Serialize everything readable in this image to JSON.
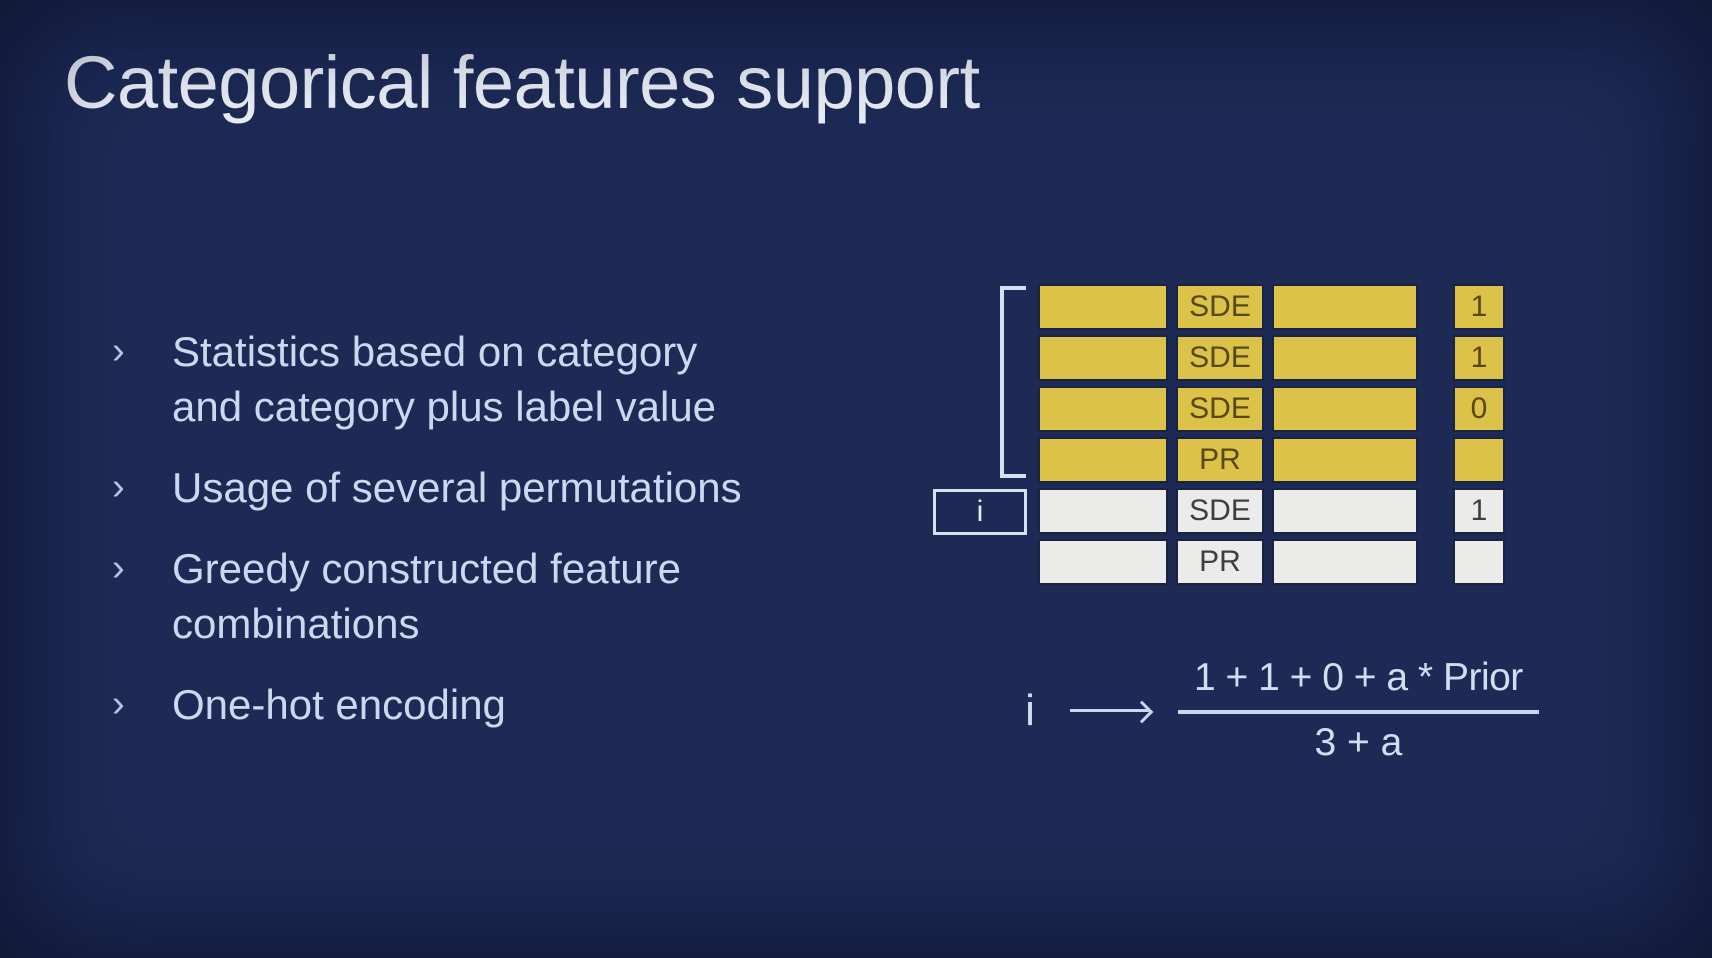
{
  "slide": {
    "title": "Categorical features support",
    "bullet_marker": "›",
    "bullets": [
      {
        "lines": [
          "Statistics based on category",
          "and category plus label value"
        ]
      },
      {
        "lines": [
          "Usage of several permutations"
        ]
      },
      {
        "lines": [
          "Greedy constructed feature",
          "combinations"
        ]
      },
      {
        "lines": [
          "One-hot encoding"
        ]
      }
    ]
  },
  "diagram": {
    "table": {
      "rows": [
        {
          "highlight": true,
          "category": "",
          "feature": "SDE",
          "extra": "",
          "label": "1"
        },
        {
          "highlight": true,
          "category": "",
          "feature": "SDE",
          "extra": "",
          "label": "1"
        },
        {
          "highlight": true,
          "category": "",
          "feature": "SDE",
          "extra": "",
          "label": "0"
        },
        {
          "highlight": true,
          "category": "",
          "feature": "PR",
          "extra": "",
          "label": ""
        },
        {
          "highlight": false,
          "category": "",
          "feature": "SDE",
          "extra": "",
          "label": "1"
        },
        {
          "highlight": false,
          "category": "",
          "feature": "PR",
          "extra": "",
          "label": ""
        }
      ]
    },
    "row_pointer_label": "i",
    "colors": {
      "background": "#1c2a55",
      "highlight_cell": "#ddc24a",
      "plain_cell": "#ebecea",
      "accent_light": "#d6e0f1"
    }
  },
  "formula": {
    "lhs": "i",
    "numerator": "1 + 1 + 0 + a * Prior",
    "denominator": "3 + a"
  }
}
